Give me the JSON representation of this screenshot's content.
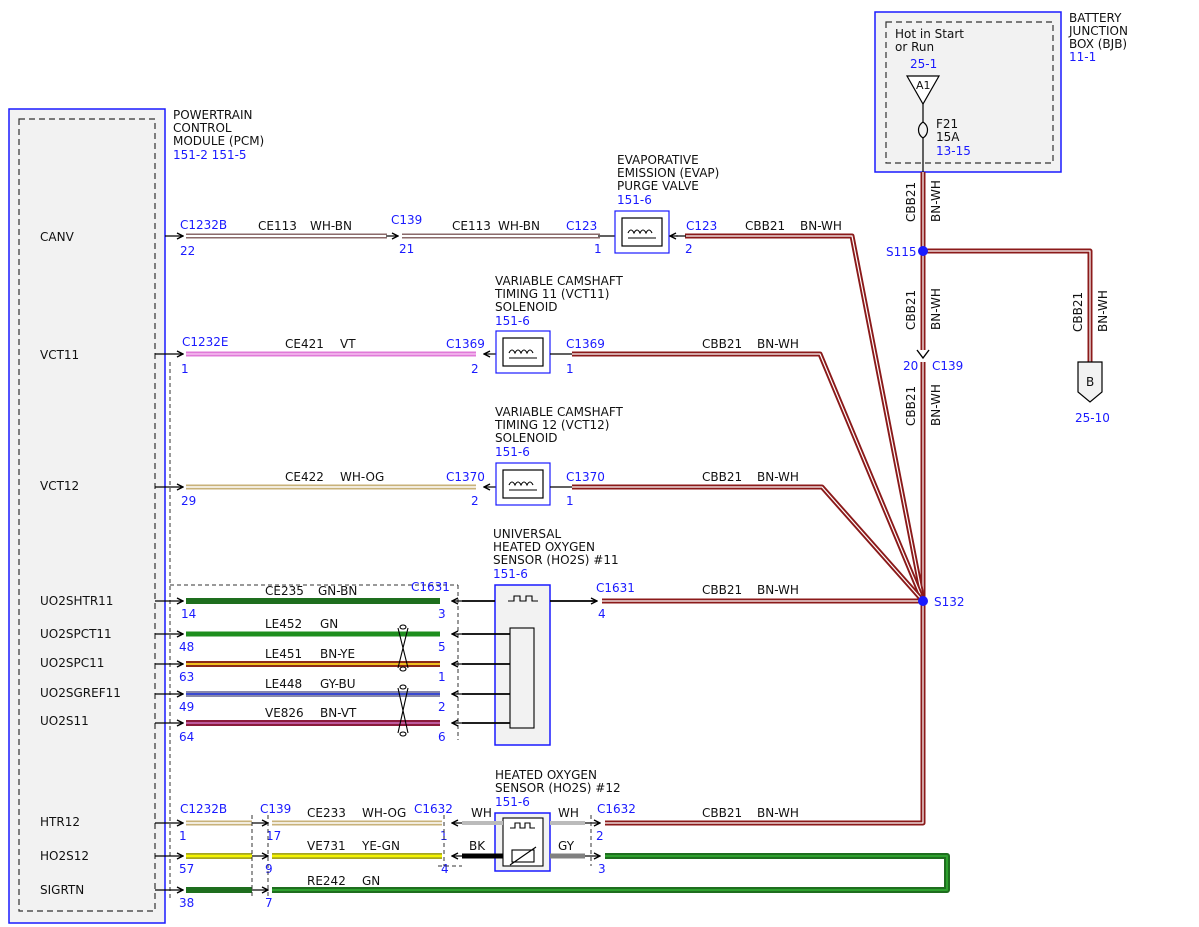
{
  "pcm": {
    "name_lines": [
      "POWERTRAIN",
      "CONTROL",
      "MODULE (PCM)"
    ],
    "refs": "151-2  151-5",
    "pins": [
      "CANV",
      "VCT11",
      "VCT12",
      "UO2SHTR11",
      "UO2SPCT11",
      "UO2SPC11",
      "UO2SGREF11",
      "UO2S11",
      "HTR12",
      "HO2S12",
      "SIGRTN"
    ]
  },
  "bjb": {
    "name_lines": [
      "BATTERY",
      "JUNCTION",
      "BOX (BJB)"
    ],
    "ref": "11-1",
    "hot_lines": [
      "Hot in Start",
      "or Run"
    ],
    "conn_ref": "25-1",
    "conn": "A1",
    "fuse": "F21",
    "fuse_rating": "15A",
    "fuse_ref": "13-15"
  },
  "evap": {
    "name_lines": [
      "EVAPORATIVE",
      "EMISSION (EVAP)",
      "PURGE VALVE"
    ],
    "ref": "151-6"
  },
  "vct11": {
    "name_lines": [
      "VARIABLE CAMSHAFT",
      "TIMING 11 (VCT11)",
      "SOLENOID"
    ],
    "ref": "151-6"
  },
  "vct12": {
    "name_lines": [
      "VARIABLE CAMSHAFT",
      "TIMING 12 (VCT12)",
      "SOLENOID"
    ],
    "ref": "151-6"
  },
  "ho2s11": {
    "name_lines": [
      "UNIVERSAL",
      "HEATED OXYGEN",
      "SENSOR (HO2S) #11"
    ],
    "ref": "151-6"
  },
  "ho2s12": {
    "name_lines": [
      "HEATED OXYGEN",
      "SENSOR (HO2S) #12"
    ],
    "ref": "151-6"
  },
  "wires": {
    "canv": {
      "conn1": "C1232B",
      "pin1": "22",
      "circuit": "CE113",
      "color": "WH-BN",
      "conn2": "C139",
      "pin2": "21",
      "circuit2": "CE113",
      "color2": "WH-BN",
      "conn3": "C123",
      "pin3": "1"
    },
    "evap_feed": {
      "conn": "C123",
      "pin": "2",
      "circuit": "CBB21",
      "color": "BN-WH"
    },
    "vct11": {
      "conn1": "C1232E",
      "pin1": "1",
      "circuit": "CE421",
      "color": "VT",
      "conn2": "C1369",
      "pin2": "2"
    },
    "vct11_feed": {
      "conn": "C1369",
      "pin": "1",
      "circuit": "CBB21",
      "color": "BN-WH"
    },
    "vct12": {
      "pin1": "29",
      "circuit": "CE422",
      "color": "WH-OG",
      "conn2": "C1370",
      "pin2": "2"
    },
    "vct12_feed": {
      "conn": "C1370",
      "pin": "1",
      "circuit": "CBB21",
      "color": "BN-WH"
    },
    "uo2shtr11": {
      "pin1": "14",
      "circuit": "CE235",
      "color": "GN-BN",
      "conn2": "C1631",
      "pin2": "3"
    },
    "uo2_feed": {
      "conn": "C1631",
      "pin": "4",
      "circuit": "CBB21",
      "color": "BN-WH"
    },
    "uo2spct11": {
      "pin1": "48",
      "circuit": "LE452",
      "color": "GN",
      "pin2": "5"
    },
    "uo2spc11": {
      "pin1": "63",
      "circuit": "LE451",
      "color": "BN-YE",
      "pin2": "1"
    },
    "uo2sgref11": {
      "pin1": "49",
      "circuit": "LE448",
      "color": "GY-BU",
      "pin2": "2"
    },
    "uo2s11": {
      "pin1": "64",
      "circuit": "VE826",
      "color": "BN-VT",
      "pin2": "6"
    },
    "htr12": {
      "conn1": "C1232B",
      "pin1": "1",
      "conn2": "C139",
      "pin2": "17",
      "circuit": "CE233",
      "color": "WH-OG",
      "conn3": "C1632",
      "pin3": "1",
      "lead_in": "WH",
      "lead_out": "WH"
    },
    "ho2_feed": {
      "conn": "C1632",
      "pin": "2",
      "circuit": "CBB21",
      "color": "BN-WH"
    },
    "ho2s12": {
      "pin1": "57",
      "pin2": "9",
      "circuit": "VE731",
      "color": "YE-GN",
      "pin3": "4",
      "lead_in": "BK",
      "lead_out": "GY",
      "pin_out": "3"
    },
    "sigrtn": {
      "pin1": "38",
      "pin2": "7",
      "circuit": "RE242",
      "color": "GN"
    }
  },
  "battery_feed": {
    "upper": {
      "circuit": "CBB21",
      "color": "BN-WH"
    },
    "mid": {
      "circuit": "CBB21",
      "color": "BN-WH"
    },
    "lower": {
      "circuit": "CBB21",
      "color": "BN-WH"
    },
    "branch": {
      "circuit": "CBB21",
      "color": "BN-WH"
    },
    "splice_s115": "S115",
    "splice_s132": "S132",
    "c139_pin": "20",
    "c139_conn": "C139",
    "branch_conn": "B",
    "branch_ref": "25-10"
  },
  "colors": {
    "accent_blue": "#1a1aff",
    "bn_wh": "#8b1a1a",
    "green": "#1e6e1e",
    "violet": "#e07ad8"
  }
}
